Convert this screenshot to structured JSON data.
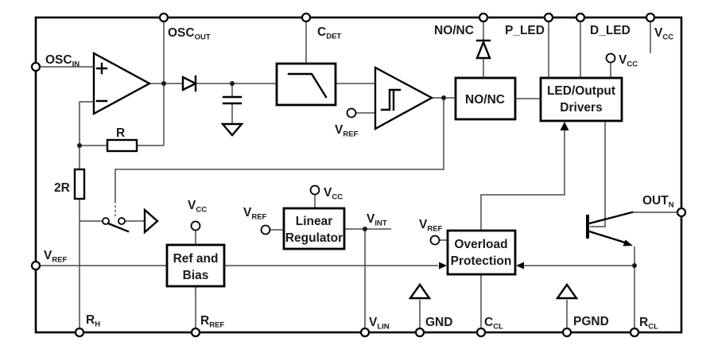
{
  "diagram_title": "IC functional block diagram",
  "labels": {
    "osc_in": {
      "main": "OSC",
      "sub": "IN"
    },
    "osc_out": {
      "main": "OSC",
      "sub": "OUT"
    },
    "c_det": {
      "main": "C",
      "sub": "DET"
    },
    "no_nc_pin": {
      "main": "NO/NC",
      "sub": ""
    },
    "p_led": {
      "main": "P_LED",
      "sub": ""
    },
    "d_led": {
      "main": "D_LED",
      "sub": ""
    },
    "vcc_pin": {
      "main": "V",
      "sub": "CC"
    },
    "vcc_drivers": {
      "main": "V",
      "sub": "CC"
    },
    "r": {
      "main": "R",
      "sub": ""
    },
    "r2": {
      "main": "2R",
      "sub": ""
    },
    "vref_pin": {
      "main": "V",
      "sub": "REF"
    },
    "vref_comparator": {
      "main": "V",
      "sub": "REF"
    },
    "vcc_refbias": {
      "main": "V",
      "sub": "CC"
    },
    "vref_linreg": {
      "main": "V",
      "sub": "REF"
    },
    "vcc_linreg": {
      "main": "V",
      "sub": "CC"
    },
    "v_int": {
      "main": "V",
      "sub": "INT"
    },
    "vref_overload": {
      "main": "V",
      "sub": "REF"
    },
    "out_n": {
      "main": "OUT",
      "sub": "N"
    },
    "r_h": {
      "main": "R",
      "sub": "H"
    },
    "r_ref": {
      "main": "R",
      "sub": "REF"
    },
    "v_lin": {
      "main": "V",
      "sub": "LIN"
    },
    "gnd": {
      "main": "GND",
      "sub": ""
    },
    "c_cl": {
      "main": "C",
      "sub": "CL"
    },
    "pgnd": {
      "main": "PGND",
      "sub": ""
    },
    "r_cl": {
      "main": "R",
      "sub": "CL"
    }
  },
  "blocks": {
    "no_nc": {
      "line1": "NO/NC",
      "line2": ""
    },
    "led_output_drivers": {
      "line1": "LED/Output",
      "line2": "Drivers"
    },
    "ref_and_bias": {
      "line1": "Ref and",
      "line2": "Bias"
    },
    "linear_regulator": {
      "line1": "Linear",
      "line2": "Regulator"
    },
    "overload_protection": {
      "line1": "Overload",
      "line2": "Protection"
    }
  },
  "colors": {
    "wire": "#4a4a4a",
    "symbol": "#000000",
    "text": "#1a1a1a",
    "background": "#ffffff"
  }
}
